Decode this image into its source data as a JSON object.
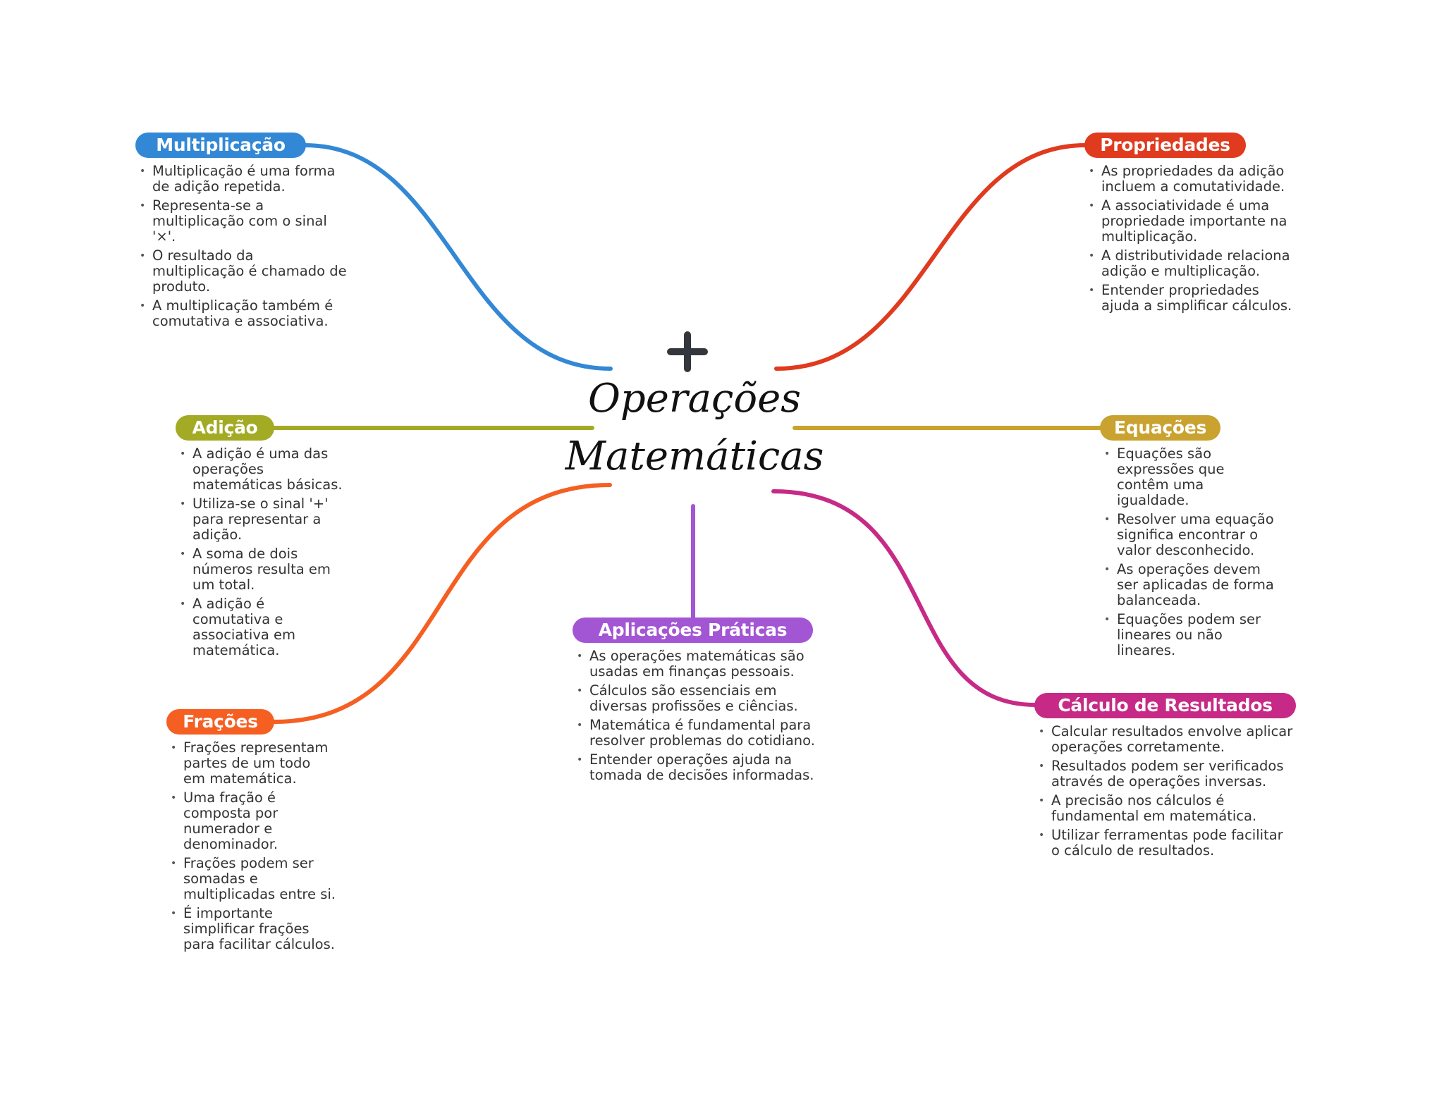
{
  "central": {
    "title_line1": "Operações",
    "title_line2": "Matemáticas",
    "icon": "plus-icon"
  },
  "branches": {
    "multiplicacao": {
      "label": "Multiplicação",
      "color": "#3388d6",
      "items": [
        "Multiplicação é uma forma de adição repetida.",
        "Representa-se a multiplicação com o sinal '×'.",
        "O resultado da multiplicação é chamado de produto.",
        "A multiplicação também é comutativa e associativa."
      ]
    },
    "propriedades": {
      "label": "Propriedades",
      "color": "#e03a1f",
      "items": [
        "As propriedades da adição incluem a comutatividade.",
        "A associatividade é uma propriedade importante na multiplicação.",
        "A distributividade relaciona adição e multiplicação.",
        "Entender propriedades ajuda a simplificar cálculos."
      ]
    },
    "adicao": {
      "label": "Adição",
      "color": "#a3aa24",
      "items": [
        "A adição é uma das operações matemáticas básicas.",
        "Utiliza-se o sinal '+' para representar a adição.",
        "A soma de dois números resulta em um total.",
        "A adição é comutativa e associativa em matemática."
      ]
    },
    "equacoes": {
      "label": "Equações",
      "color": "#c9a22f",
      "items": [
        "Equações são expressões que contêm uma igualdade.",
        "Resolver uma equação significa encontrar o valor desconhecido.",
        "As operações devem ser aplicadas de forma balanceada.",
        "Equações podem ser lineares ou não lineares."
      ]
    },
    "fracoes": {
      "label": "Frações",
      "color": "#f55f22",
      "items": [
        "Frações representam partes de um todo em matemática.",
        "Uma fração é composta por numerador e denominador.",
        "Frações podem ser somadas e multiplicadas entre si.",
        "É importante simplificar frações para facilitar cálculos."
      ]
    },
    "aplicacoes": {
      "label": "Aplicações Práticas",
      "color": "#a356d4",
      "items": [
        "As operações matemáticas são usadas em finanças pessoais.",
        "Cálculos são essenciais em diversas profissões e ciências.",
        "Matemática é fundamental para resolver problemas do cotidiano.",
        "Entender operações ajuda na tomada de decisões informadas."
      ]
    },
    "calculo": {
      "label": "Cálculo de Resultados",
      "color": "#c72a86",
      "items": [
        "Calcular resultados envolve aplicar operações corretamente.",
        "Resultados podem ser verificados através de operações inversas.",
        "A precisão nos cálculos é fundamental em matemática.",
        "Utilizar ferramentas pode facilitar o cálculo de resultados."
      ]
    }
  }
}
